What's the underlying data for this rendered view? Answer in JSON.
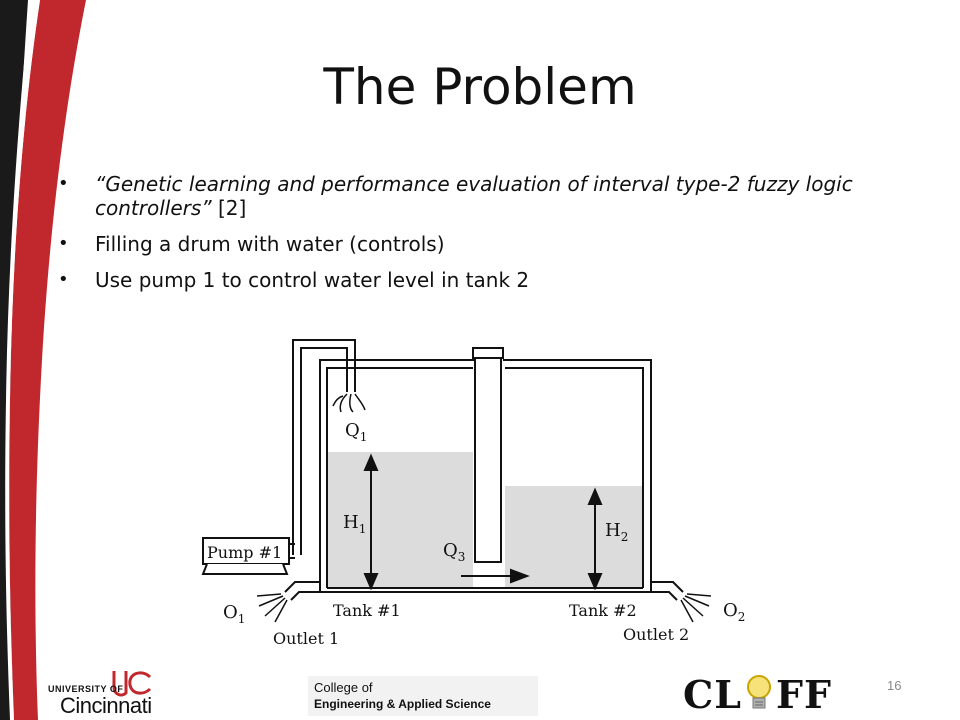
{
  "slide": {
    "title": "The Problem",
    "bullets": [
      {
        "quote": "“Genetic learning and performance evaluation of interval type-2 fuzzy logic controllers”",
        "ref": " [2]"
      },
      {
        "text": "Filling a drum with water (controls)"
      },
      {
        "text": "Use pump 1 to control water level in tank 2"
      }
    ],
    "page_number": "16"
  },
  "diagram": {
    "pump_label": "Pump #1",
    "q1": "Q",
    "q1_sub": "1",
    "q3": "Q",
    "q3_sub": "3",
    "h1": "H",
    "h1_sub": "1",
    "h2": "H",
    "h2_sub": "2",
    "tank1": "Tank #1",
    "tank2": "Tank #2",
    "o1": "O",
    "o1_sub": "1",
    "o2": "O",
    "o2_sub": "2",
    "outlet1": "Outlet 1",
    "outlet2": "Outlet 2"
  },
  "footer": {
    "uc_small": "UNIVERSITY OF",
    "uc_big": "Cincinnati",
    "college_line1": "College of",
    "college_line2": "Engineering & Applied Science",
    "cliff_left": "CL",
    "cliff_right": "FF"
  },
  "colors": {
    "accent_red": "#c0282d",
    "water": "#dcdcdc"
  }
}
